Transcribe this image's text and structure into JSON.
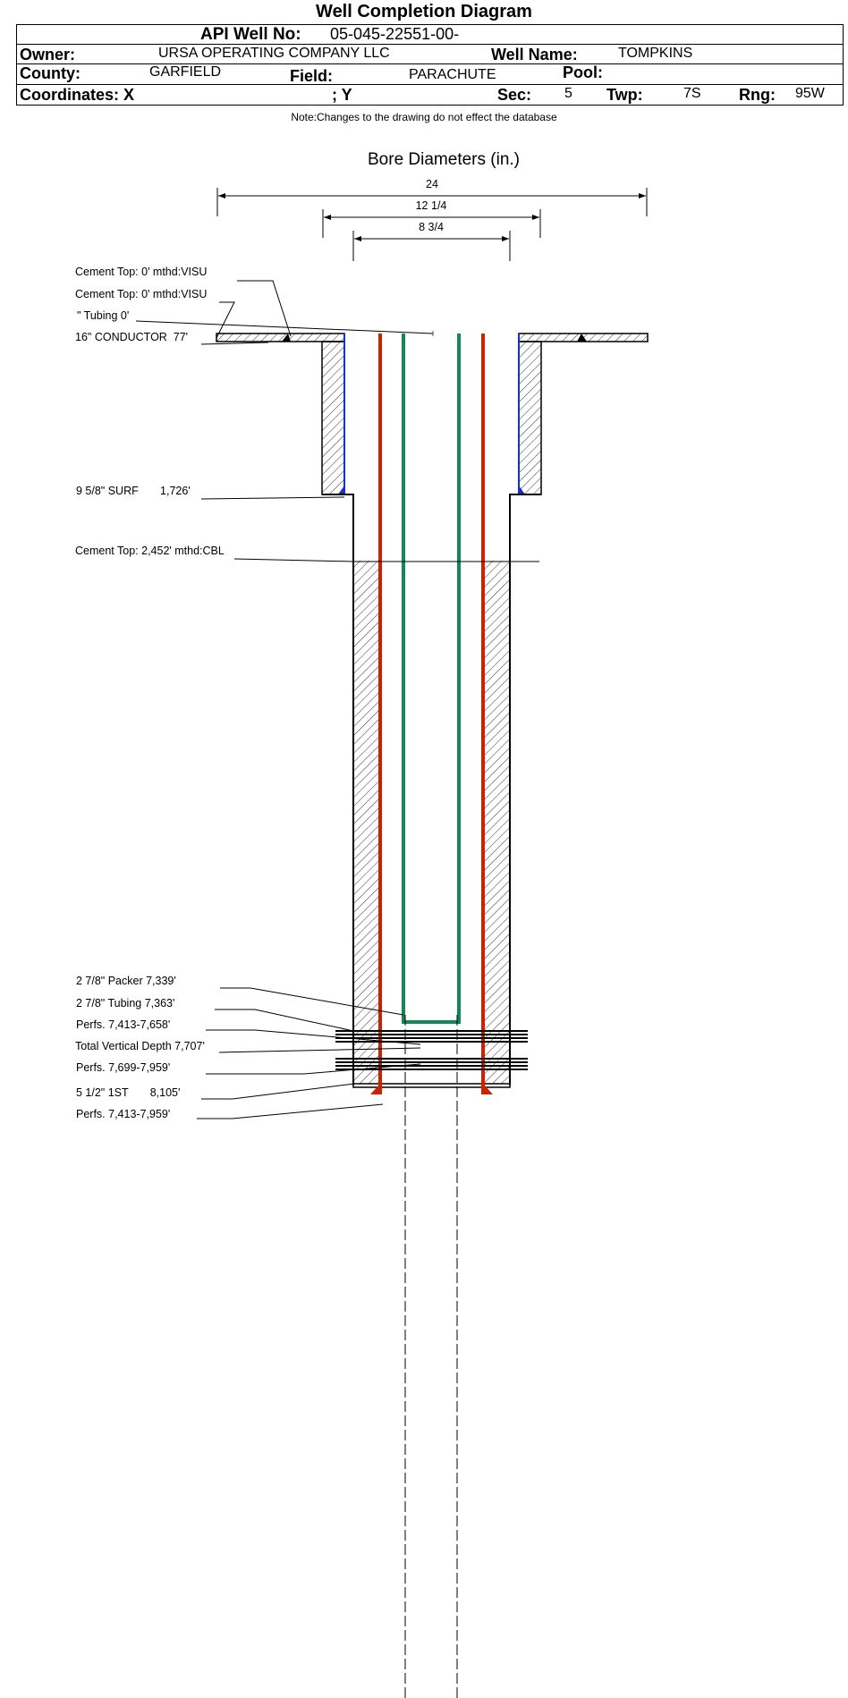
{
  "title": "Well Completion Diagram",
  "header": {
    "api_label": "API Well No:",
    "api_value": "05-045-22551-00-",
    "owner_label": "Owner:",
    "owner_value": "URSA OPERATING COMPANY LLC",
    "well_name_label": "Well Name:",
    "well_name_value": "TOMPKINS",
    "county_label": "County:",
    "county_value": "GARFIELD",
    "field_label": "Field:",
    "field_value": "PARACHUTE",
    "pool_label": "Pool:",
    "coord_x_label": "Coordinates: X",
    "coord_y_label": "; Y",
    "sec_label": "Sec:",
    "sec_value": "5",
    "twp_label": "Twp:",
    "twp_value": "7S",
    "rng_label": "Rng:",
    "rng_value": "95W"
  },
  "note": "Note:Changes to the drawing do not effect the database",
  "diagram": {
    "bore_title": "Bore Diameters (in.)",
    "bore_diameters": [
      "24",
      "12 1/4",
      "8 3/4"
    ],
    "labels": {
      "cement_top_1": "Cement Top: 0' mthd:VISU",
      "cement_top_2": "Cement Top: 0' mthd:VISU",
      "tubing_top": "\" Tubing 0'",
      "conductor": "16\" CONDUCTOR  77'",
      "surface": "9 5/8\" SURF       1,726'",
      "cement_top_3": "Cement Top: 2,452' mthd:CBL",
      "packer": "2 7/8\" Packer 7,339'",
      "tubing": "2 7/8\" Tubing 7,363'",
      "perfs_1": "Perfs. 7,413-7,658'",
      "tvd": "Total Vertical Depth 7,707'",
      "perfs_2": "Perfs. 7,699-7,959'",
      "production": "5 1/2\" 1ST       8,105'",
      "perfs_3": "Perfs. 7,413-7,959'"
    },
    "colors": {
      "casing": "#cc2200",
      "tubing": "#118855",
      "conductor_liner": "#1133cc"
    }
  }
}
